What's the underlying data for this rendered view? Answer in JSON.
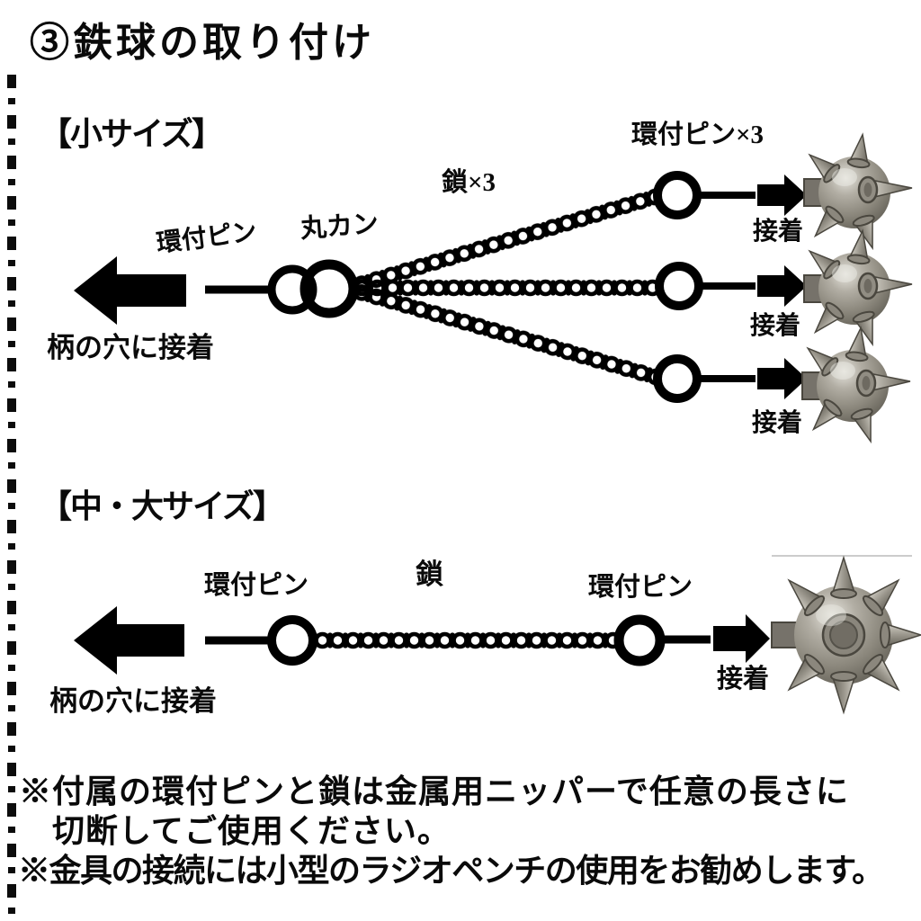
{
  "page": {
    "title": "③鉄球の取り付け",
    "background_color": "#ffffff",
    "ink_color": "#000000"
  },
  "small_section": {
    "heading": "【小サイズ】",
    "pin_left_label": "環付ピン",
    "round_ring_label": "丸カン",
    "chain_label": "鎖×3",
    "pin_x3_label": "環付ピン×3",
    "glue_labels": [
      "接着",
      "接着",
      "接着"
    ],
    "handle_glue_label": "柄の穴に接着"
  },
  "medium_large_section": {
    "heading": "【中・大サイズ】",
    "pin_left_label": "環付ピン",
    "chain_label": "鎖",
    "pin_right_label": "環付ピン",
    "glue_label": "接着",
    "handle_glue_label": "柄の穴に接着"
  },
  "notes": {
    "note1_line1": "※付属の環付ピンと鎖は金属用ニッパーで任意の長さに",
    "note1_line2": "切断してご使用ください。",
    "note2": "※金具の接続には小型のラジオペンチの使用をお勧めします。"
  },
  "icons": {
    "cut_line": "dashed-cut-line",
    "left_arrow": "handle-direction-arrow",
    "right_arrow": "glue-direction-arrow",
    "ring_pin": "ring-pin-circle",
    "round_ring": "marukan-ring",
    "chain": "chain-links",
    "spiked_ball_small": "spiked-iron-ball-small",
    "spiked_ball_large": "spiked-iron-ball-large"
  },
  "colors": {
    "metal_highlight": "#e6e4dd",
    "metal_mid": "#8b877c",
    "metal_dark": "#5f5c53",
    "artifact_line": "#cccccc"
  }
}
